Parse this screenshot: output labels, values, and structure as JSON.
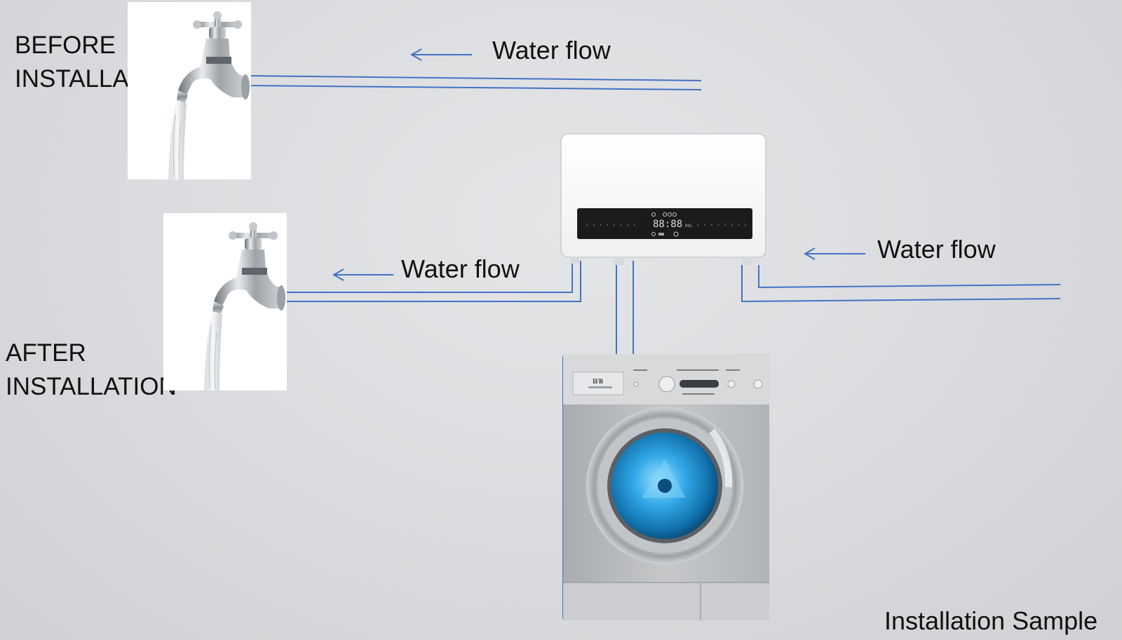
{
  "diagram": {
    "before": {
      "line1": "BEFORE",
      "line2": "INSTALLATION"
    },
    "after": {
      "line1": "AFTER",
      "line2": "INSTALLATION"
    },
    "flow_labels": {
      "top": "Water flow",
      "middle": "Water flow",
      "right": "Water flow"
    },
    "display": {
      "readout": "88:88",
      "unit": "MG"
    },
    "washer": {
      "brand": "IFB"
    },
    "footer": "Installation Sample"
  },
  "colors": {
    "pipe": "#4472c4",
    "background": "#dcdde0",
    "display_panel": "#1b1b1d",
    "drum": "#33a8e8"
  },
  "icons": [
    "tap-icon",
    "water-stream-icon",
    "arrow-left-icon",
    "appliance-icon",
    "washing-machine-icon"
  ]
}
